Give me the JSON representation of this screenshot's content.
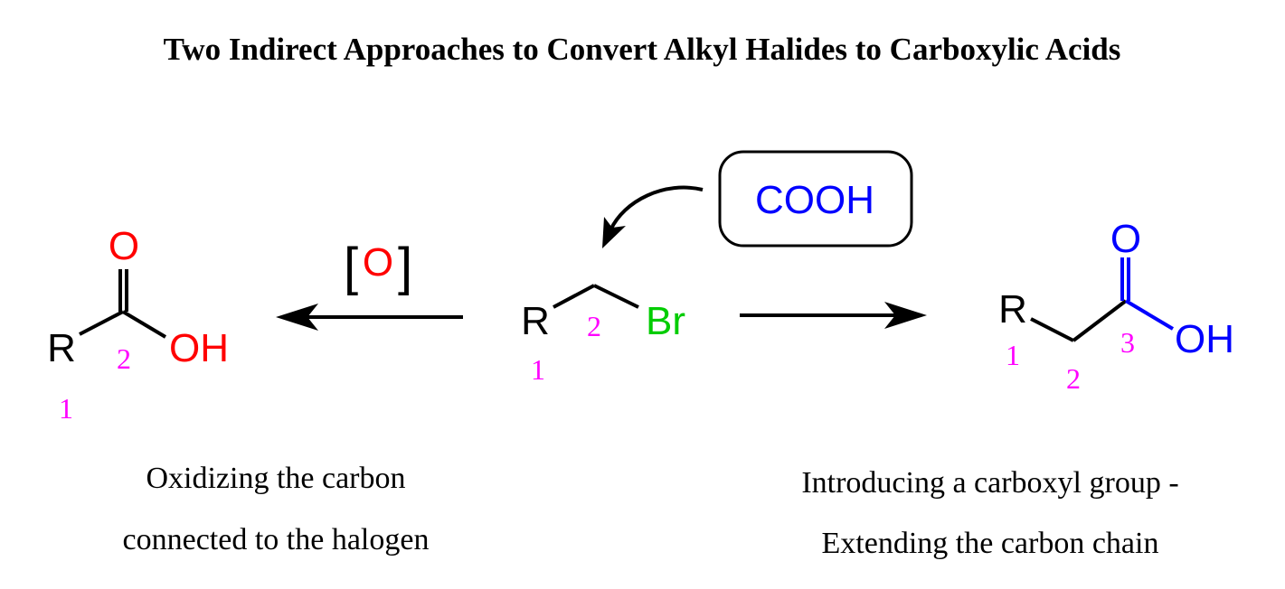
{
  "title": "Two Indirect Approaches to Convert Alkyl Halides to Carboxylic Acids",
  "colors": {
    "oxygen_red": "#ff0000",
    "bromine_green": "#00cc00",
    "carboxyl_blue": "#0000ff",
    "numbering_magenta": "#ff00ff"
  },
  "left_product": {
    "r": "R",
    "o": "O",
    "oh": "OH",
    "num1": "1",
    "num2": "2"
  },
  "reagent_oxidation": {
    "bracket_open": "[",
    "o": "O",
    "bracket_close": "]"
  },
  "starting_material": {
    "r": "R",
    "br": "Br",
    "num1": "1",
    "num2": "2"
  },
  "reagent_box": {
    "label": "COOH"
  },
  "right_product": {
    "r": "R",
    "o": "O",
    "oh": "OH",
    "num1": "1",
    "num2": "2",
    "num3": "3"
  },
  "captions": {
    "left": [
      "Oxidizing the carbon",
      "connected to the halogen"
    ],
    "right": [
      "Introducing a carboxyl group -",
      "Extending the carbon chain"
    ]
  }
}
